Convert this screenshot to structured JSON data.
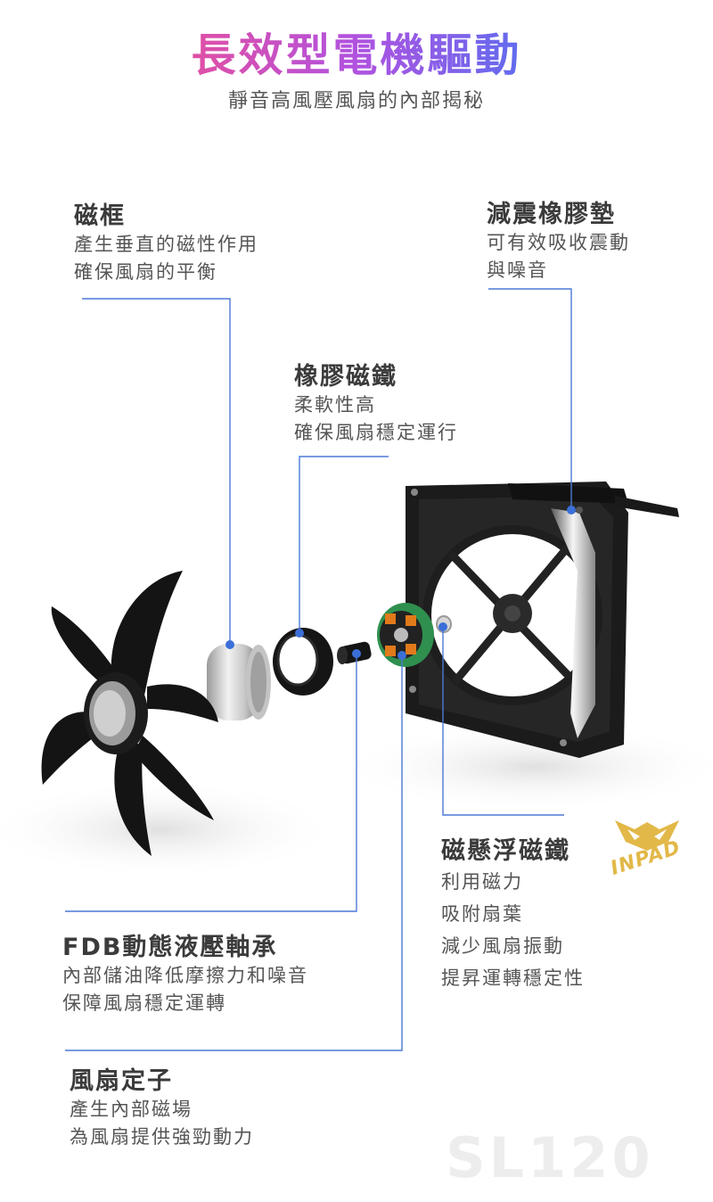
{
  "header": {
    "title": "長效型電機驅動",
    "subtitle": "靜音高風壓風扇的內部揭秘"
  },
  "labels": {
    "magnetic_frame": {
      "title": "磁框",
      "lines": [
        "產生垂直的磁性作用",
        "確保風扇的平衡"
      ]
    },
    "damping_pad": {
      "title": "減震橡膠墊",
      "lines": [
        "可有效吸收震動",
        "與噪音"
      ]
    },
    "rubber_magnet": {
      "title": "橡膠磁鐵",
      "lines": [
        "柔軟性高",
        "確保風扇穩定運行"
      ]
    },
    "levitation_magnet": {
      "title": "磁懸浮磁鐵",
      "lines": [
        "利用磁力",
        "吸附扇葉",
        "減少風扇振動",
        "提昇運轉穩定性"
      ]
    },
    "fdb_bearing": {
      "title": "FDB動態液壓軸承",
      "lines": [
        "內部儲油降低摩擦力和噪音",
        "保障風扇穩定運轉"
      ]
    },
    "stator": {
      "title": "風扇定子",
      "lines": [
        "產生內部磁場",
        "為風扇提供強勁動力"
      ]
    }
  },
  "brand": {
    "logo": "INPAD",
    "model": "SL120"
  },
  "colors": {
    "callout_line": "#4c79d6",
    "title_gradient": [
      "#e8556b",
      "#b052e0",
      "#21b7e8"
    ]
  }
}
